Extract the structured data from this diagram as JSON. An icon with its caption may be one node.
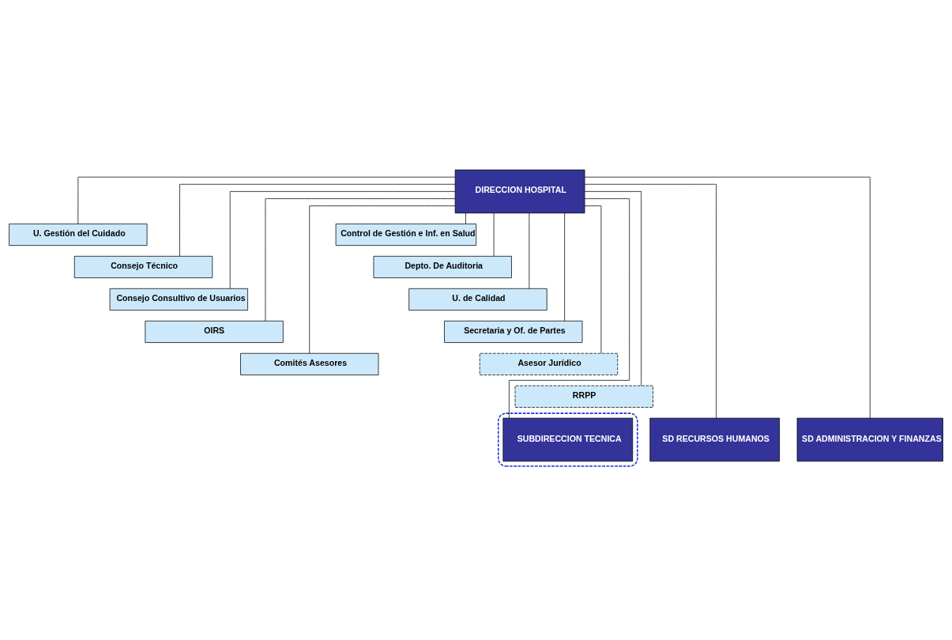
{
  "diagram": {
    "nodes": [
      {
        "text": [
          "DIRECCION HOSPITAL"
        ]
      },
      {
        "text": [
          "U. Gestión del Cuidado"
        ]
      },
      {
        "text": [
          "Consejo Técnico"
        ]
      },
      {
        "text": [
          "Consejo Consultivo de Usuarios"
        ]
      },
      {
        "text": [
          "OIRS"
        ]
      },
      {
        "text": [
          "Comités Asesores"
        ]
      },
      {
        "text": [
          "Control de Gestión e Inf. en Salud"
        ]
      },
      {
        "text": [
          "Depto. De Auditoria"
        ]
      },
      {
        "text": [
          "U. de Calidad"
        ]
      },
      {
        "text": [
          "Secretaria y Of. de Partes"
        ]
      },
      {
        "text": [
          "Asesor Jurídico"
        ]
      },
      {
        "text": [
          "RRPP"
        ]
      },
      {
        "text": [],
        "shape": "ellipse"
      },
      {
        "text": [
          "SUBDIRECCION TECNICA"
        ],
        "in": 12
      },
      {
        "text": [
          "SD RECURSOS HUMANOS"
        ]
      },
      {
        "text": [
          "SD ADMINISTRACION Y FINANZAS"
        ]
      }
    ],
    "edges": [
      {
        "from": 0,
        "to": 1,
        "arrow": "none"
      },
      {
        "from": 0,
        "to": 6,
        "arrow": "none"
      },
      {
        "from": 0,
        "to": 2,
        "arrow": "none"
      },
      {
        "from": 0,
        "to": 7,
        "arrow": "none"
      },
      {
        "from": 0,
        "to": 3,
        "arrow": "none"
      },
      {
        "from": 0,
        "to": 8,
        "arrow": "none"
      },
      {
        "from": 0,
        "to": 4,
        "arrow": "none"
      },
      {
        "from": 0,
        "to": 9,
        "arrow": "none"
      },
      {
        "from": 0,
        "to": 5,
        "arrow": "none"
      },
      {
        "from": 0,
        "to": 10,
        "arrow": "none"
      },
      {
        "from": 0,
        "to": 11,
        "arrow": "none"
      },
      {
        "from": 0,
        "to": 13,
        "arrow": "none"
      },
      {
        "from": 0,
        "to": 14,
        "arrow": "none"
      },
      {
        "from": 0,
        "to": 15,
        "arrow": "none"
      }
    ]
  }
}
